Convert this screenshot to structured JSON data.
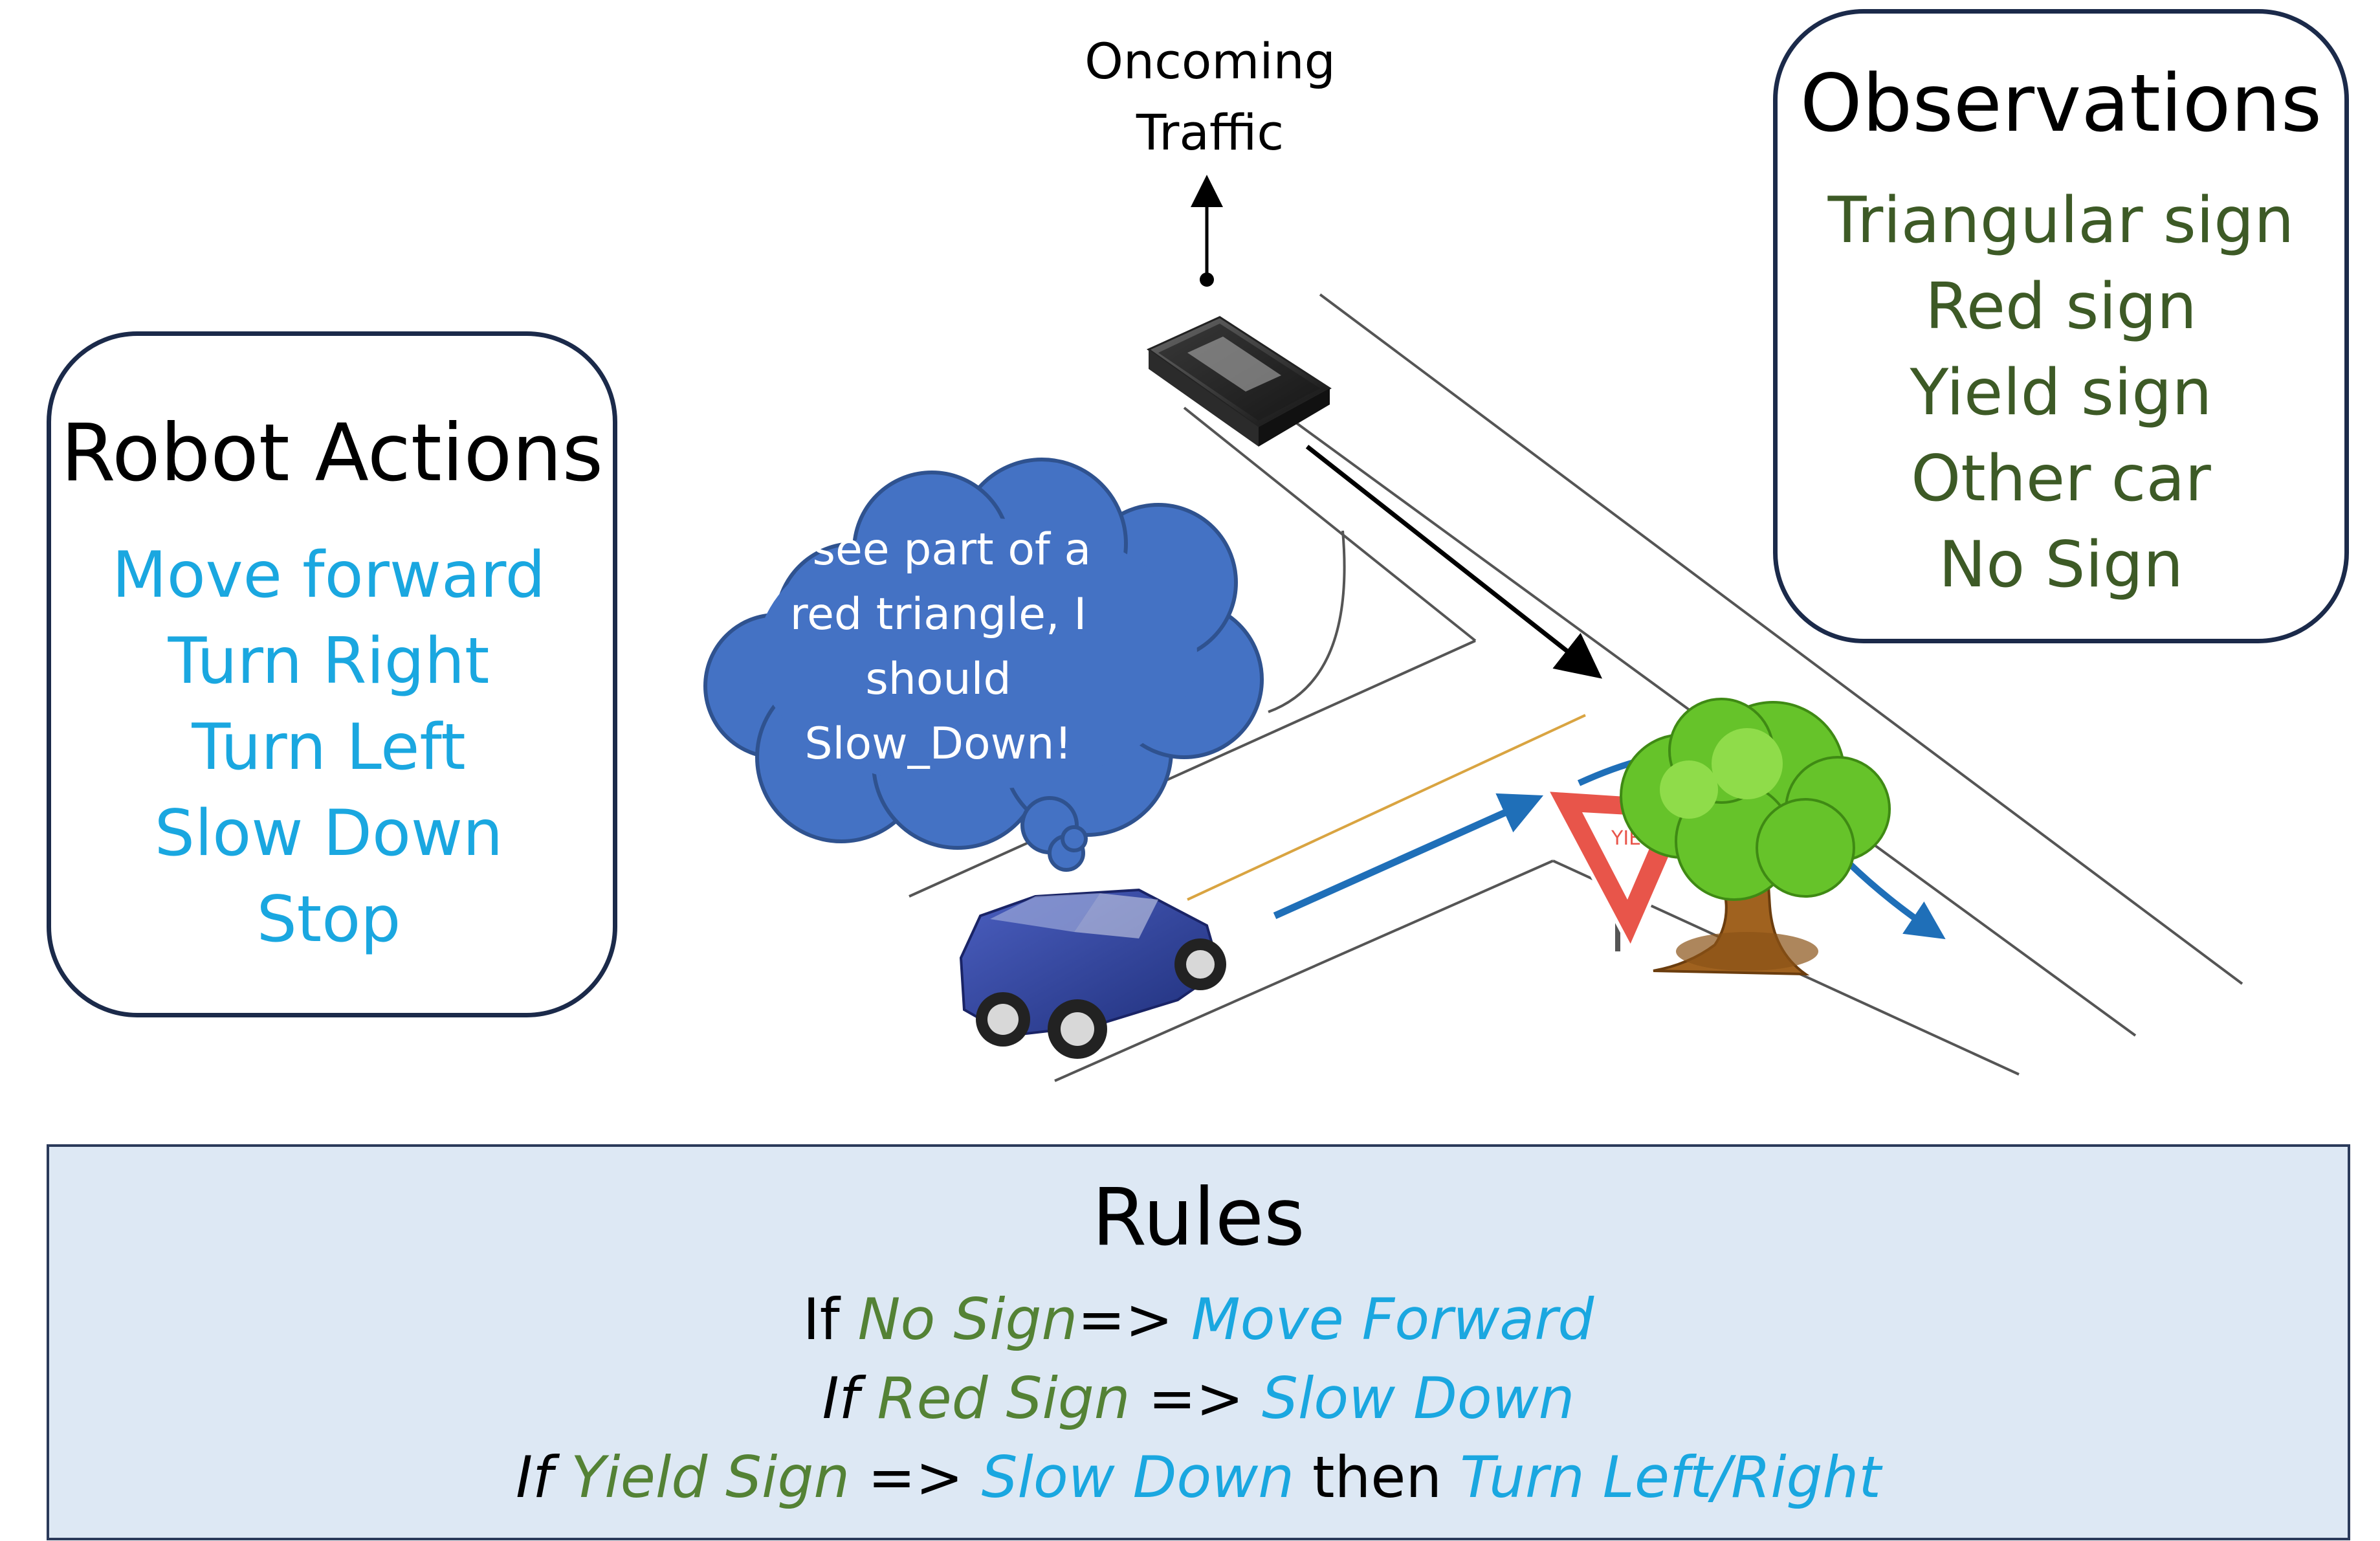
{
  "robot_actions": {
    "title": "Robot Actions",
    "items": [
      "Move forward",
      "Turn Right",
      "Turn Left",
      "Slow Down",
      "Stop"
    ]
  },
  "observations": {
    "title": "Observations",
    "items": [
      "Triangular sign",
      "Red sign",
      "Yield sign",
      "Other car",
      "No Sign"
    ]
  },
  "scene": {
    "oncoming_traffic": [
      "Oncoming",
      "Traffic"
    ],
    "thought": [
      "I see part of a",
      "red triangle, I",
      "should",
      "Slow_Down!"
    ],
    "sign_text": "YIELD"
  },
  "rules": {
    "title": "Rules",
    "rule1": {
      "if": "If",
      "condition": "No Sign",
      "arrow": "=>",
      "action": "Move Forward"
    },
    "rule2": {
      "if": "If",
      "condition": "Red Sign",
      "arrow": "=>",
      "action": "Slow Down"
    },
    "rule3": {
      "if": "If",
      "condition": "Yield Sign",
      "arrow": "=>",
      "action1": "Slow Down",
      "then": "then",
      "action2": "Turn Left/Right"
    }
  },
  "colors": {
    "action_blue": "#1aa7e0",
    "observation_green": "#3d5a26",
    "rule_condition_green": "#548235",
    "cloud_blue": "#4472c4",
    "rules_bg": "#dde8f4"
  }
}
